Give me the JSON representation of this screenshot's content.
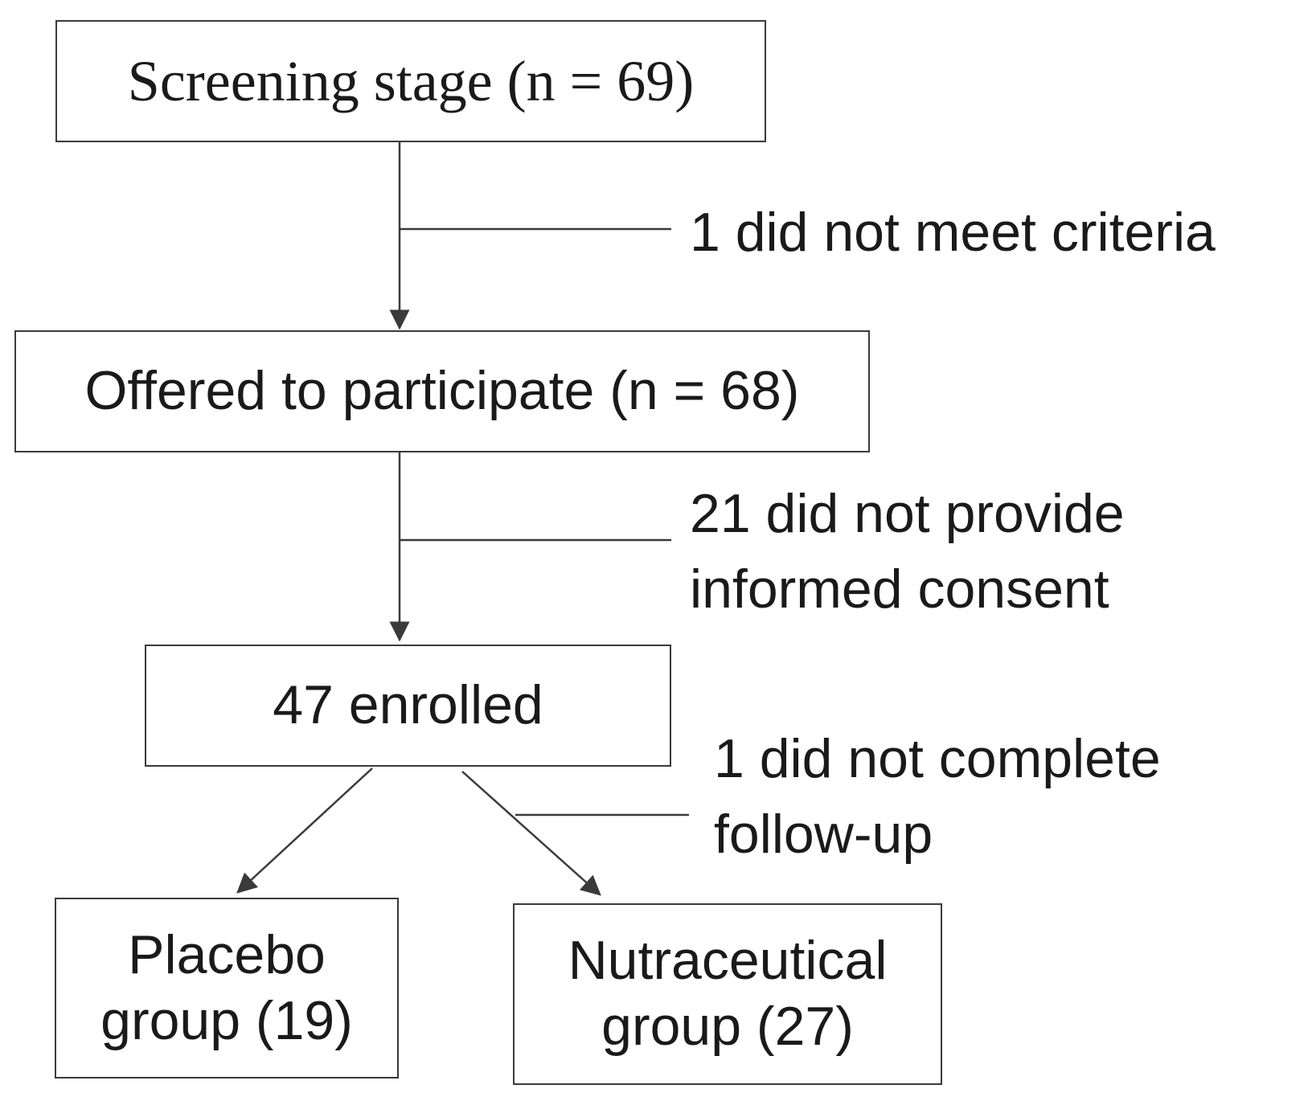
{
  "flowchart": {
    "screening": {
      "text": "Screening stage (n = 69)"
    },
    "offered": {
      "text": "Offered to participate (n = 68)"
    },
    "enrolled": {
      "text": "47 enrolled"
    },
    "placebo": {
      "line1": "Placebo",
      "line2": "group (19)"
    },
    "nutraceutical": {
      "line1": "Nutraceutical",
      "line2": "group (27)"
    },
    "exclusions": {
      "criteria": {
        "line1": "1 did not meet criteria"
      },
      "consent": {
        "line1": "21 did not provide",
        "line2": "informed consent"
      },
      "followup": {
        "line1": "1 did not complete",
        "line2": "follow-up"
      }
    }
  },
  "colors": {
    "line": "#3a3a3a",
    "text": "#1a1a1a",
    "background": "#ffffff"
  }
}
